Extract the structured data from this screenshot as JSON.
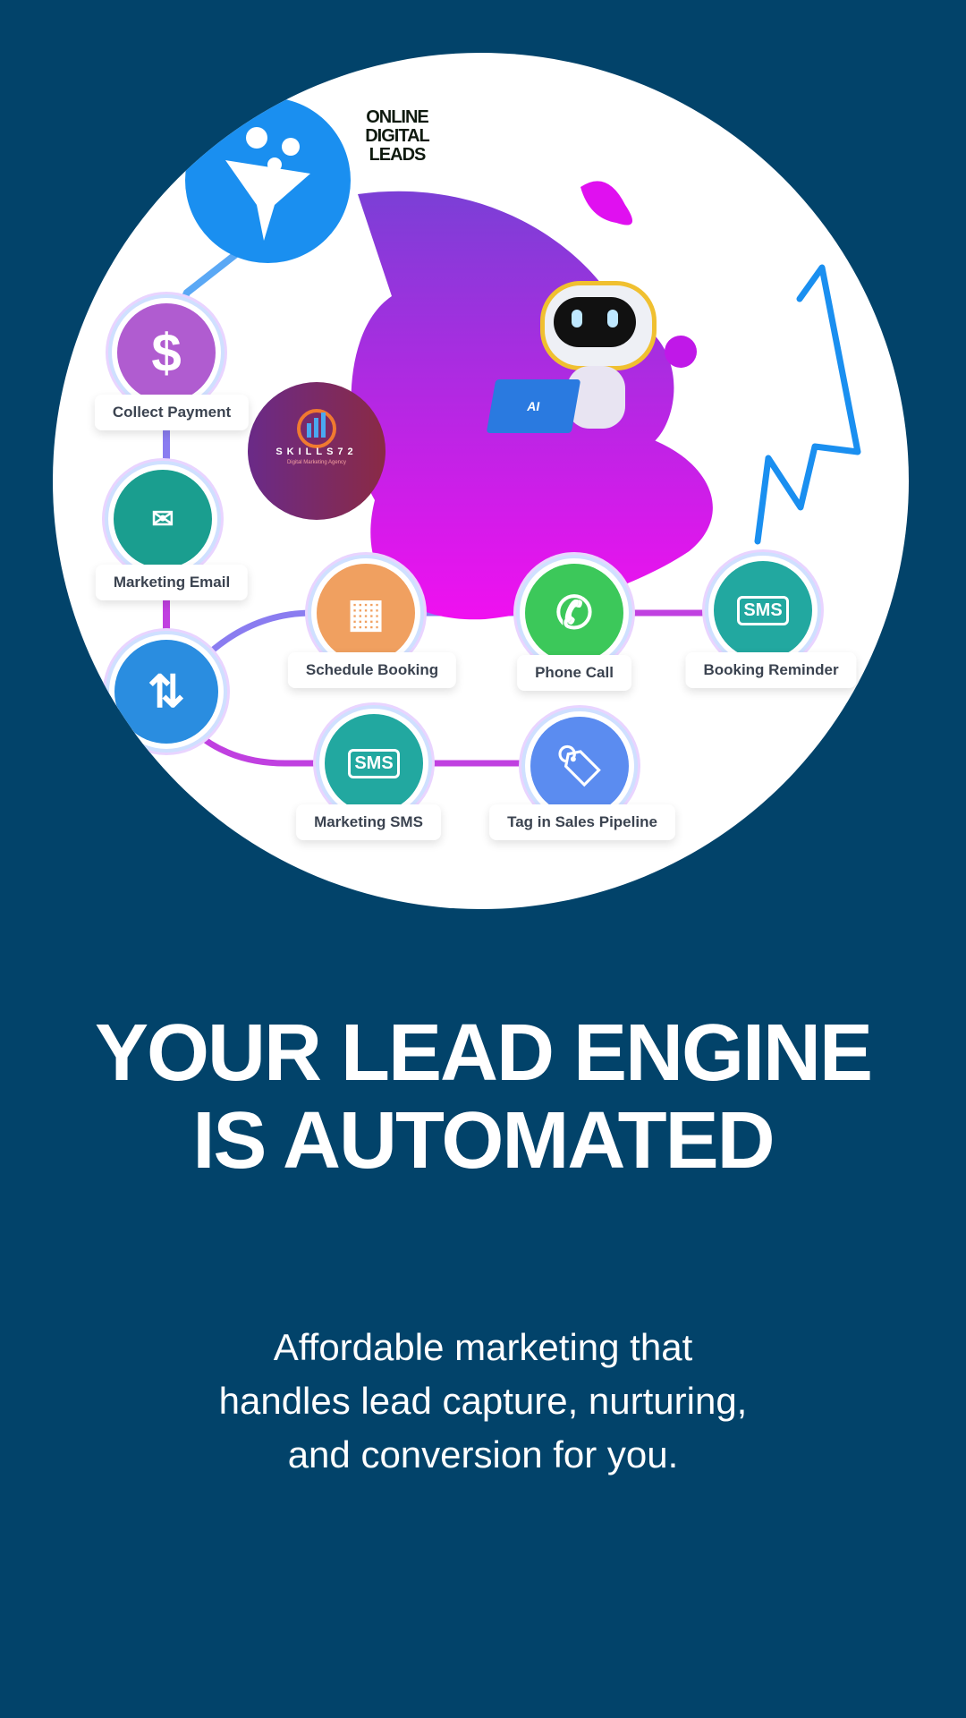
{
  "brand": {
    "logo_text": "ONLINE DIGITAL LEADS",
    "logo_lines": [
      "ONLINE",
      "DIGITAL",
      "LEADS"
    ],
    "partner_logo": "SKILLS72",
    "partner_tagline": "Digital Marketing Agency",
    "ai_badge": "AI"
  },
  "workflow": {
    "nodes": [
      {
        "label": "Collect Payment",
        "icon": "dollar-icon"
      },
      {
        "label": "Marketing Email",
        "icon": "email-icon"
      },
      {
        "label": "Schedule Booking",
        "icon": "calendar-icon"
      },
      {
        "label": "Phone Call",
        "icon": "phone-icon"
      },
      {
        "label": "Booking Reminder",
        "icon": "sms-icon",
        "icon_text": "SMS"
      },
      {
        "label": "Marketing SMS",
        "icon": "sms-icon",
        "icon_text": "SMS"
      },
      {
        "label": "Tag in Sales Pipeline",
        "icon": "tag-icon"
      }
    ]
  },
  "headline": {
    "line1": "YOUR LEAD ENGINE",
    "line2": "IS AUTOMATED"
  },
  "subtext": {
    "line1": "Affordable marketing that",
    "line2": "handles lead capture, nurturing,",
    "line3": "and conversion for you."
  },
  "colors": {
    "background": "#02436a",
    "accent_blue": "#1a8ff0",
    "accent_magenta": "#e010f0"
  }
}
